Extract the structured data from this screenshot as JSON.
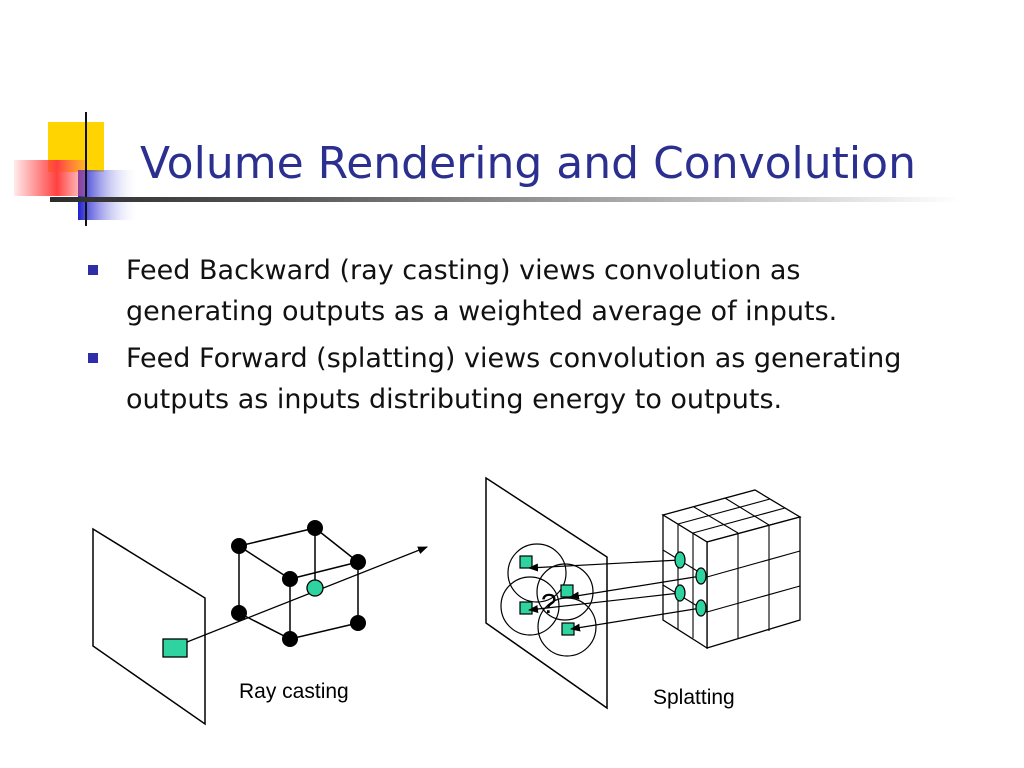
{
  "slide": {
    "title": "Volume Rendering and Convolution",
    "accent_color": "#2b2f8f"
  },
  "bullets": [
    {
      "text": "Feed Backward (ray casting) views convolution as generating outputs as a weighted average of inputs."
    },
    {
      "text": "Feed Forward (splatting) views convolution as generating outputs as inputs distributing energy to outputs."
    }
  ],
  "diagram": {
    "ray_casting": {
      "caption": "Ray casting",
      "sample_color": "#2ed3a0",
      "voxel_color": "#000000"
    },
    "splatting": {
      "caption": "Splatting",
      "question_mark": "?",
      "sample_color": "#2ed3a0"
    }
  }
}
